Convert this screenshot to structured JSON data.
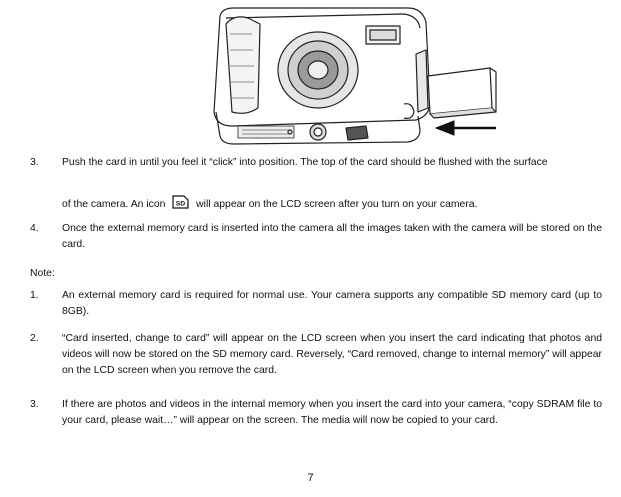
{
  "steps": [
    {
      "num": "3.",
      "line1": "Push the card in until you feel it “click” into position. The top of the card should be flushed with the surface",
      "line2_before_icon": "of the camera. An icon",
      "icon_text": "SD",
      "line2_after_icon": "will appear on the LCD screen after you turn on your camera."
    },
    {
      "num": "4.",
      "text": "Once the external memory card is inserted into the camera all the images taken with the camera will be stored on the card."
    }
  ],
  "note": {
    "label": "Note:",
    "items": [
      {
        "num": "1.",
        "text": "An external memory card is required for normal use. Your camera supports any compatible SD memory card (up to 8GB)."
      },
      {
        "num": "2.",
        "text": "“Card inserted, change to card” will appear on the LCD screen when you insert the card indicating that photos and videos will now be stored on the SD memory card. Reversely, “Card removed, change to internal memory” will appear on the LCD screen when you remove the card."
      },
      {
        "num": "3.",
        "text": "If there are photos and videos in the internal memory when you insert the card into your camera, “copy SDRAM file to your card, please wait…” will appear on the screen. The media will now be copied to your card."
      }
    ]
  },
  "page_number": "7"
}
